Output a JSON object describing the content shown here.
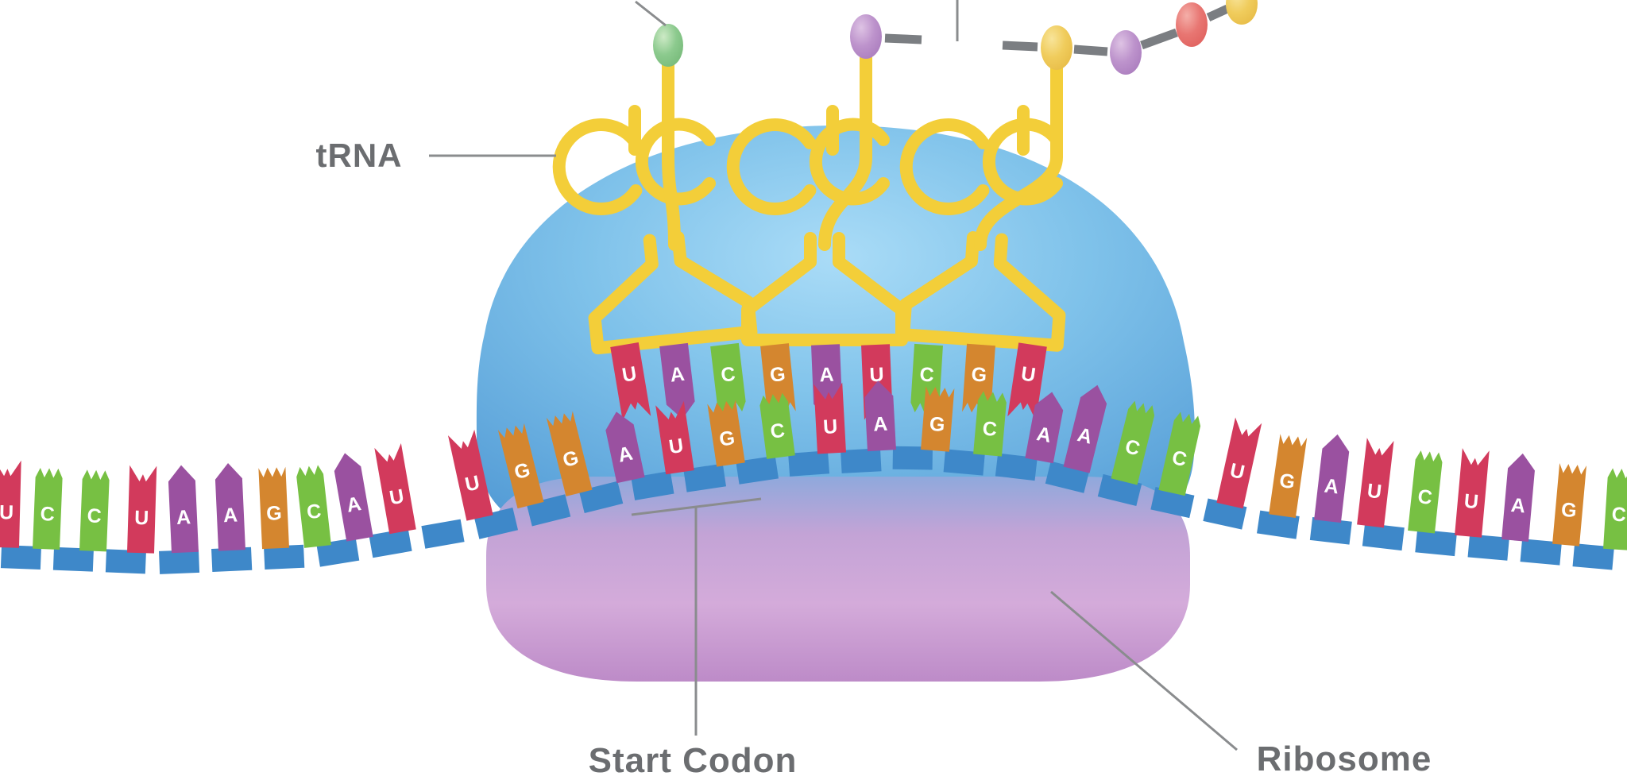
{
  "labels": {
    "trna": "tRNA",
    "start_codon": "Start Codon",
    "ribosome": "Ribosome"
  },
  "mrna": {
    "left_bases": [
      "U",
      "C",
      "C",
      "U",
      "A",
      "A",
      "G",
      "C",
      "A",
      "U",
      "U",
      "G",
      "G"
    ],
    "codons": [
      {
        "mrna": [
          "A",
          "U",
          "G"
        ],
        "anticodon": [
          "U",
          "A",
          "C"
        ],
        "is_start_codon": true
      },
      {
        "mrna": [
          "C",
          "U",
          "A"
        ],
        "anticodon": [
          "G",
          "A",
          "U"
        ],
        "is_start_codon": false
      },
      {
        "mrna": [
          "G",
          "C",
          "A"
        ],
        "anticodon": [
          "C",
          "G",
          "U"
        ],
        "is_start_codon": false
      }
    ],
    "right_bases": [
      "A",
      "C",
      "C",
      "U",
      "G",
      "A",
      "U",
      "C",
      "U",
      "A",
      "G",
      "C"
    ],
    "full_sequence": "UCCUAAGCAUUGG AUG CUA GCA ACCUGAUCUAGC"
  },
  "trnas": [
    {
      "amino_acid": "green",
      "anticodon": "UAC"
    },
    {
      "amino_acid": "purple",
      "anticodon": "GAU"
    },
    {
      "amino_acid": "yellow",
      "anticodon": "CGU"
    }
  ],
  "polypeptide_chain": [
    "purple",
    "red",
    "yellow"
  ],
  "base_colors": {
    "A": "#9a51a0",
    "U": "#d23a5c",
    "C": "#77c043",
    "G": "#d4862f"
  },
  "colors": {
    "trna_yellow": "#f3ce39",
    "mrna_dash_blue": "#3e88c9",
    "ribosome_large_light": "#aadcf7",
    "ribosome_large_mid": "#7fc2ea",
    "ribosome_large_dark": "#549cd6",
    "ribosome_small_top": "#8fa9dc",
    "ribosome_small_pink": "#d4abda",
    "ribosome_small_bottom": "#bd8bc8",
    "label_gray": "#6b6d70",
    "pointer_gray": "#8a8c8e",
    "chain_link_gray": "#7b7e82",
    "amino_acids": {
      "green": [
        "#cdeac6",
        "#8cca8e",
        "#74b877"
      ],
      "purple": [
        "#dec3e4",
        "#bd93cc",
        "#a87abc"
      ],
      "yellow": [
        "#f8e49a",
        "#f0cc5c",
        "#e6ba44"
      ],
      "red": [
        "#f4afa9",
        "#e87672",
        "#df5f5c"
      ]
    }
  }
}
